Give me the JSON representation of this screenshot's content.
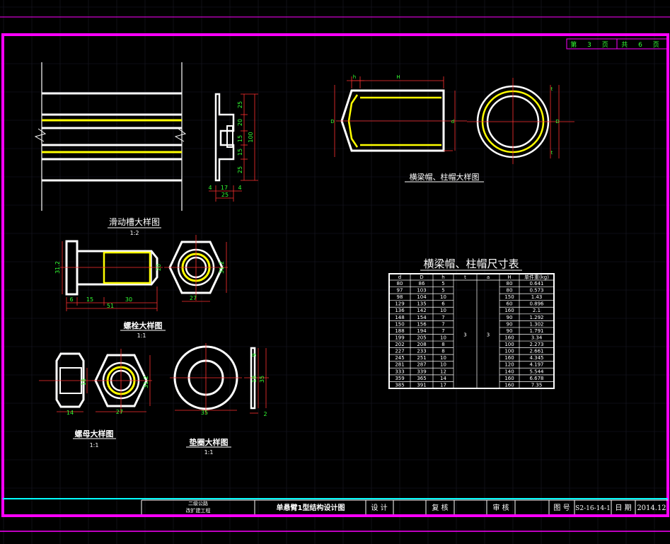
{
  "colors": {
    "background": "#000000",
    "frame": "#ff00ff",
    "part": "#ffffff",
    "hidden": "#ffff00",
    "dimension": "#ff3030",
    "text_green": "#33ff33",
    "title_line": "#00ffff",
    "grid": "#1c1c2a"
  },
  "sheet": {
    "page": "第 3 页",
    "total": "共 6 页"
  },
  "views": {
    "groove": {
      "title": "滑动槽大样图",
      "scale": "1:2",
      "dims": {
        "d25a": "25",
        "d20": "20",
        "d15a": "15",
        "d100": "100",
        "d15b": "15",
        "d25b": "25",
        "w4a": "4",
        "w17": "17",
        "w4b": "4",
        "w25": "25"
      }
    },
    "cap": {
      "title": "横梁帽、柱帽大样图",
      "dims": {
        "h": "h",
        "H": "H",
        "D": "D",
        "d": "d",
        "t1": "t",
        "D2": "D",
        "t2": "t"
      }
    },
    "bolt": {
      "title": "螺栓大样图",
      "scale": "1:1",
      "dims": {
        "left_height": "31.2",
        "shank": "20",
        "head_h": "31.2",
        "d6": "6",
        "d15": "15",
        "d30": "30",
        "d51": "51",
        "d27": "27"
      }
    },
    "nut": {
      "title": "螺母大样图",
      "scale": "1:1",
      "dims": {
        "d18": "18",
        "d14": "14",
        "d27": "27",
        "d31": "31.2"
      }
    },
    "washer": {
      "title": "垫圈大样图",
      "scale": "1:1",
      "dims": {
        "d35": "35",
        "d2": "2",
        "v9": "9",
        "v18": "18",
        "v35": "35"
      }
    }
  },
  "size_table": {
    "title": "横梁帽、柱帽尺寸表",
    "headers": [
      "d",
      "D",
      "h",
      "t",
      "a",
      "H",
      "单件重(kg)"
    ],
    "t_value": "3",
    "a_value": "3",
    "rows": [
      [
        "80",
        "86",
        "5",
        "80",
        "0.641"
      ],
      [
        "97",
        "103",
        "5",
        "80",
        "0.573"
      ],
      [
        "98",
        "104",
        "10",
        "150",
        "1.43"
      ],
      [
        "129",
        "135",
        "6",
        "60",
        "0.896"
      ],
      [
        "136",
        "142",
        "10",
        "160",
        "2.1"
      ],
      [
        "148",
        "154",
        "7",
        "90",
        "1.292"
      ],
      [
        "150",
        "156",
        "7",
        "90",
        "1.302"
      ],
      [
        "188",
        "194",
        "7",
        "90",
        "1.791"
      ],
      [
        "199",
        "205",
        "10",
        "160",
        "3.34"
      ],
      [
        "202",
        "208",
        "8",
        "100",
        "2.273"
      ],
      [
        "227",
        "233",
        "8",
        "100",
        "2.661"
      ],
      [
        "245",
        "251",
        "10",
        "160",
        "4.345"
      ],
      [
        "281",
        "287",
        "10",
        "120",
        "4.197"
      ],
      [
        "333",
        "339",
        "12",
        "140",
        "5.544"
      ],
      [
        "359",
        "365",
        "14",
        "160",
        "6.678"
      ],
      [
        "385",
        "391",
        "17",
        "160",
        "7.35"
      ]
    ]
  },
  "title_block": {
    "company_line1": "二级公路",
    "company_line2": "改扩建工程",
    "drawing_title": "单悬臂1型结构设计图",
    "design_label": "设 计",
    "review_label": "复 核",
    "approve_label": "审 核",
    "figno_label": "图 号",
    "figno_value": "S2-16-14-1",
    "date_label": "日 期",
    "date_value": "2014.12"
  }
}
